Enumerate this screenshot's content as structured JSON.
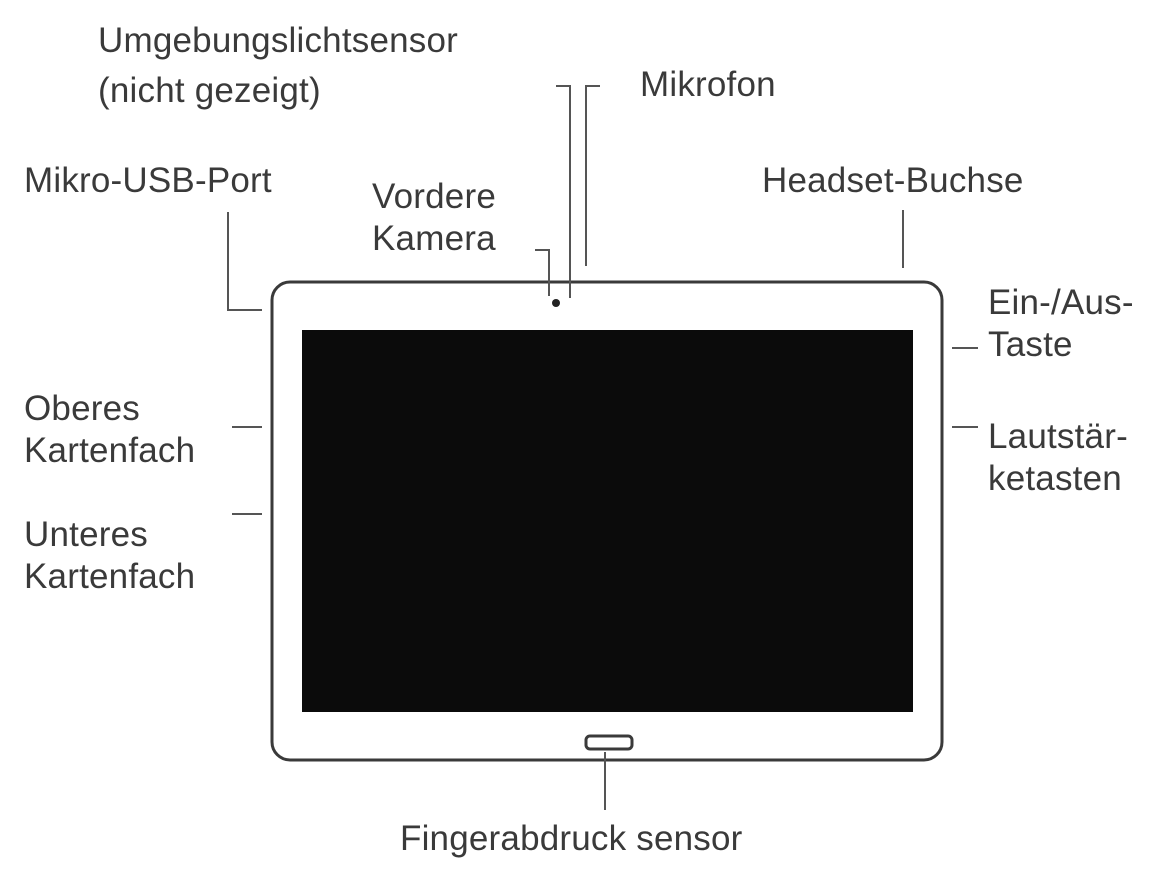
{
  "labels": {
    "ambient_light_sensor_line1": "Umgebungslichtsensor",
    "ambient_light_sensor_line2": "(nicht gezeigt)",
    "microphone": "Mikrofon",
    "micro_usb_port": "Mikro-USB-Port",
    "front_camera_line1": "Vordere",
    "front_camera_line2": "Kamera",
    "headset_jack": "Headset-Buchse",
    "power_key_line1": "Ein-/Aus-",
    "power_key_line2": "Taste",
    "upper_card_slot_line1": "Oberes",
    "upper_card_slot_line2": "Kartenfach",
    "volume_keys_line1": "Lautstär-",
    "volume_keys_line2": "ketasten",
    "lower_card_slot_line1": "Unteres",
    "lower_card_slot_line2": "Kartenfach",
    "fingerprint_sensor": "Fingerabdruck sensor"
  },
  "colors": {
    "screen": "#0b0b0b",
    "frame": "#3a3a3a",
    "text": "#3a3a3a"
  }
}
